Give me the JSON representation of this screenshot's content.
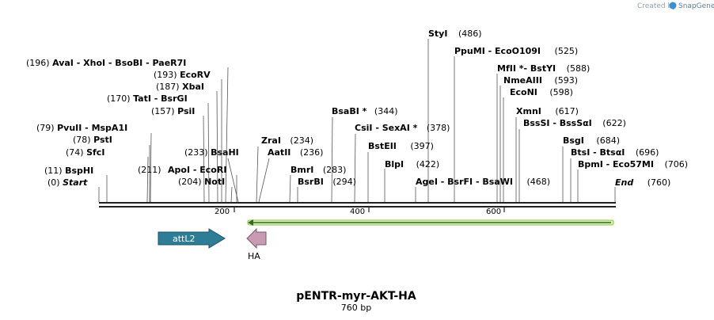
{
  "credit": {
    "text": "Created by",
    "brand": "SnapGene"
  },
  "title": "pENTR-myr-AKT-HA",
  "subtitle": "760 bp",
  "scale": {
    "ticks": [
      "200",
      "400",
      "600"
    ]
  },
  "sites": [
    {
      "pre": "(0)",
      "name": "Start",
      "post": "",
      "italic": true
    },
    {
      "pre": "(11)",
      "name": "BspHI",
      "post": ""
    },
    {
      "pre": "(74)",
      "name": "SfcI",
      "post": ""
    },
    {
      "pre": "(78)",
      "name": "PstI",
      "post": ""
    },
    {
      "pre": "(79)",
      "name": "PvuII  - MspA1I",
      "post": ""
    },
    {
      "pre": "(157)",
      "name": "PsiI",
      "post": ""
    },
    {
      "pre": "(170)",
      "name": "TatI  - BsrGI",
      "post": ""
    },
    {
      "pre": "(187)",
      "name": "XbaI",
      "post": ""
    },
    {
      "pre": "(193)",
      "name": "EcoRV",
      "post": ""
    },
    {
      "pre": "(196)",
      "name": "AvaI  - XhoI  - BsoBI  - PaeR7I",
      "post": ""
    },
    {
      "pre": "(204)",
      "name": "NotI",
      "post": ""
    },
    {
      "pre": "",
      "name": "(211)",
      "post": "",
      "plain": true
    },
    {
      "pre": "",
      "name": "ApoI  - EcoRI",
      "post": ""
    },
    {
      "pre": "(233)",
      "name": "BsaHI",
      "post": ""
    },
    {
      "pre": "",
      "name": "ZraI",
      "post": "(234)"
    },
    {
      "pre": "",
      "name": "AatII",
      "post": "(236)"
    },
    {
      "pre": "",
      "name": "BmrI",
      "post": "(283)"
    },
    {
      "pre": "",
      "name": "BsrBI",
      "post": "(294)"
    },
    {
      "pre": "",
      "name": "BsaBI *",
      "post": "(344)"
    },
    {
      "pre": "",
      "name": "CsiI  - SexAI *",
      "post": "(378)"
    },
    {
      "pre": "",
      "name": "BstEII",
      "post": "(397)"
    },
    {
      "pre": "",
      "name": "BlpI",
      "post": "(422)"
    },
    {
      "pre": "",
      "name": "StyI",
      "post": "(486)"
    },
    {
      "pre": "",
      "name": "AgeI  - BsrFI  - BsaWI",
      "post": "(468)"
    },
    {
      "pre": "",
      "name": "PpuMI  - EcoO109I",
      "post": "(525)"
    },
    {
      "pre": "",
      "name": "MfII *- BstYI",
      "post": "(588)"
    },
    {
      "pre": "",
      "name": "NmeAIII",
      "post": "(593)"
    },
    {
      "pre": "",
      "name": "EcoNI",
      "post": "(598)"
    },
    {
      "pre": "",
      "name": "XmnI",
      "post": "(617)"
    },
    {
      "pre": "",
      "name": "BssSI  - BssSαI",
      "post": "(622)"
    },
    {
      "pre": "",
      "name": "BsgI",
      "post": "(684)"
    },
    {
      "pre": "",
      "name": "BtsI  - BtsαI",
      "post": "(696)"
    },
    {
      "pre": "",
      "name": "BpmI  - Eco57MI",
      "post": "(706)"
    },
    {
      "pre": "",
      "name": "End",
      "post": "(760)",
      "italic": true
    }
  ],
  "features": [
    {
      "name": "attL2",
      "color": "#2e7d96"
    },
    {
      "name": "HA",
      "color": "#c99bb3"
    },
    {
      "name": "",
      "color": "#8dc63f"
    }
  ],
  "colors": {
    "backbone": "#222222",
    "leader": "#555555",
    "brand": "#3d8fd1"
  }
}
